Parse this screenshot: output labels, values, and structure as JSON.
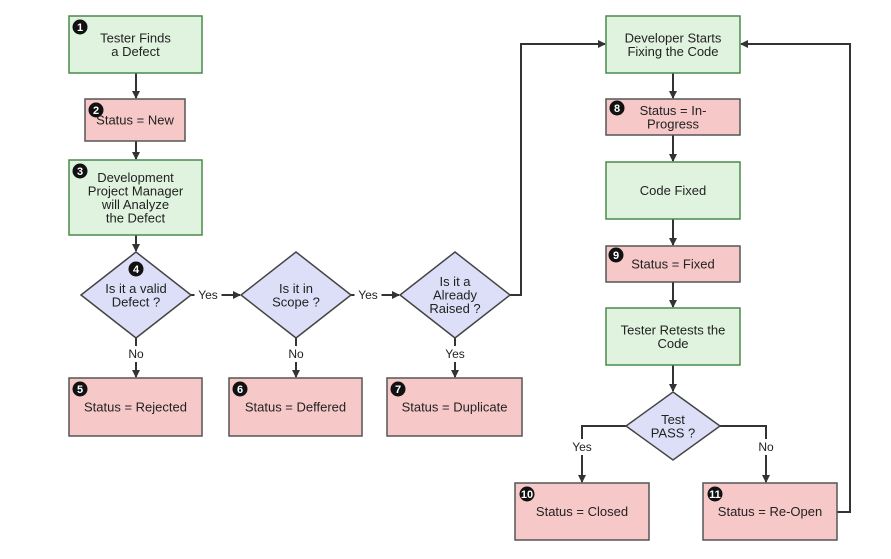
{
  "colors": {
    "process_fill": "#dff3df",
    "process_stroke": "#4a8a4a",
    "status_fill": "#f7c8c8",
    "status_stroke": "#555555",
    "decision_fill": "#dcdff7",
    "decision_stroke": "#444444",
    "line": "#333333",
    "badge": "#111111"
  },
  "nodes": [
    {
      "id": "tester-finds",
      "type": "process",
      "badge": "1",
      "lines": [
        "Tester Finds",
        "a Defect"
      ]
    },
    {
      "id": "status-new",
      "type": "status",
      "badge": "2",
      "lines": [
        "Status = New"
      ]
    },
    {
      "id": "pm-analyze",
      "type": "process",
      "badge": "3",
      "lines": [
        "Development",
        "Project Manager",
        "will Analyze",
        "the Defect"
      ]
    },
    {
      "id": "valid-defect",
      "type": "decision",
      "badge": "4",
      "lines": [
        "Is it a valid",
        "Defect ?"
      ]
    },
    {
      "id": "status-rejected",
      "type": "status",
      "badge": "5",
      "lines": [
        "Status = Rejected"
      ]
    },
    {
      "id": "in-scope",
      "type": "decision",
      "badge": "",
      "lines": [
        "Is it in",
        "Scope ?"
      ]
    },
    {
      "id": "status-deffered",
      "type": "status",
      "badge": "6",
      "lines": [
        "Status = Deffered"
      ]
    },
    {
      "id": "already-raised",
      "type": "decision",
      "badge": "",
      "lines": [
        "Is it a",
        "Already",
        "Raised ?"
      ]
    },
    {
      "id": "status-duplicate",
      "type": "status",
      "badge": "7",
      "lines": [
        "Status = Duplicate"
      ]
    },
    {
      "id": "dev-fixing",
      "type": "process",
      "badge": "",
      "lines": [
        "Developer Starts",
        "Fixing the Code"
      ]
    },
    {
      "id": "status-inprogress",
      "type": "status",
      "badge": "8",
      "lines": [
        "Status = In-",
        "Progress"
      ]
    },
    {
      "id": "code-fixed",
      "type": "process",
      "badge": "",
      "lines": [
        "Code Fixed"
      ]
    },
    {
      "id": "status-fixed",
      "type": "status",
      "badge": "9",
      "lines": [
        "Status = Fixed"
      ]
    },
    {
      "id": "tester-retests",
      "type": "process",
      "badge": "",
      "lines": [
        "Tester Retests the",
        "Code"
      ]
    },
    {
      "id": "test-pass",
      "type": "decision",
      "badge": "",
      "lines": [
        "Test",
        "PASS ?"
      ]
    },
    {
      "id": "status-closed",
      "type": "status",
      "badge": "10",
      "lines": [
        "Status = Closed"
      ]
    },
    {
      "id": "status-reopen",
      "type": "status",
      "badge": "11",
      "lines": [
        "Status = Re-Open"
      ]
    }
  ],
  "edges": [
    {
      "from": "tester-finds",
      "to": "status-new",
      "label": ""
    },
    {
      "from": "status-new",
      "to": "pm-analyze",
      "label": ""
    },
    {
      "from": "pm-analyze",
      "to": "valid-defect",
      "label": ""
    },
    {
      "from": "valid-defect",
      "to": "in-scope",
      "label": "Yes"
    },
    {
      "from": "valid-defect",
      "to": "status-rejected",
      "label": "No"
    },
    {
      "from": "in-scope",
      "to": "already-raised",
      "label": "Yes"
    },
    {
      "from": "in-scope",
      "to": "status-deffered",
      "label": "No"
    },
    {
      "from": "already-raised",
      "to": "status-duplicate",
      "label": "Yes"
    },
    {
      "from": "already-raised",
      "to": "dev-fixing",
      "label": ""
    },
    {
      "from": "dev-fixing",
      "to": "status-inprogress",
      "label": ""
    },
    {
      "from": "status-inprogress",
      "to": "code-fixed",
      "label": ""
    },
    {
      "from": "code-fixed",
      "to": "status-fixed",
      "label": ""
    },
    {
      "from": "status-fixed",
      "to": "tester-retests",
      "label": ""
    },
    {
      "from": "tester-retests",
      "to": "test-pass",
      "label": ""
    },
    {
      "from": "test-pass",
      "to": "status-closed",
      "label": "Yes"
    },
    {
      "from": "test-pass",
      "to": "status-reopen",
      "label": "No"
    },
    {
      "from": "status-reopen",
      "to": "dev-fixing",
      "label": ""
    }
  ]
}
